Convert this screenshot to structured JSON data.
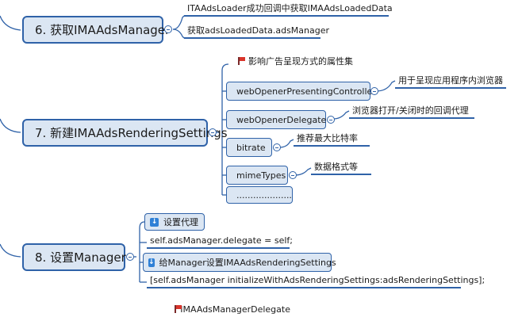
{
  "colors": {
    "accent": "#2f62a8",
    "node_fill": "#dbe6f3",
    "flag": "#d9342b"
  },
  "section6": {
    "title": "6. 获取IMAAdsManager",
    "note1": "ITAAdsLoader成功回调中获取IMAAdsLoadedData",
    "note2": "获取adsLoadedData.adsManager"
  },
  "section7": {
    "title": "7. 新建IMAAdsRenderingSettings",
    "flag_label": "影响广告呈现方式的属性集",
    "presenting_controller": "webOpenerPresentingController",
    "presenting_controller_note": "用于呈现应用程序内浏览器",
    "opener_delegate": "webOpenerDelegate",
    "opener_delegate_note": "浏览器打开/关闭时的回调代理",
    "bitrate": "bitrate",
    "bitrate_note": "推荐最大比特率",
    "mime_types": "mimeTypes",
    "mime_types_note": "数据格式等",
    "more": "...................."
  },
  "section8": {
    "title": "8. 设置Manager",
    "step1": "设置代理",
    "code1": "self.adsManager.delegate = self;",
    "step2": "给Manager设置IMAAdsRenderingSettings",
    "code2": "[self.adsManager initializeWithAdsRenderingSettings:adsRenderingSettings];"
  },
  "bottom_flag_label": "IMAAdsManagerDelegate"
}
